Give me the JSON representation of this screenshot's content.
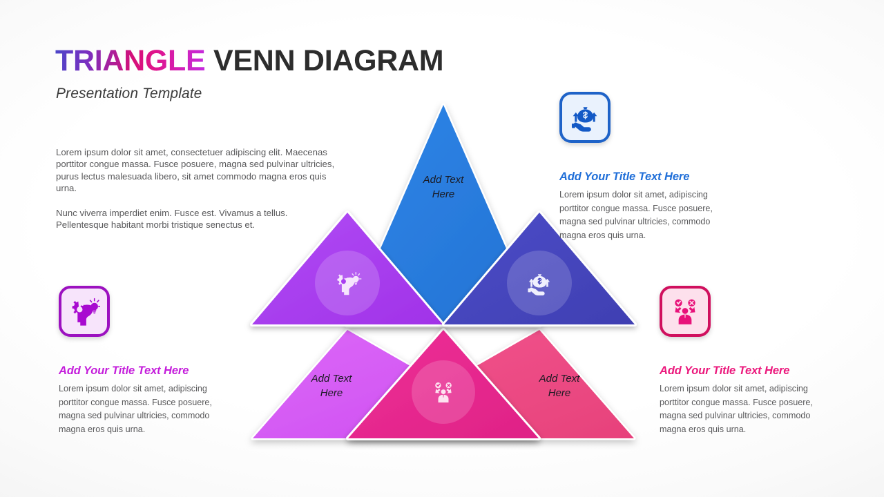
{
  "header": {
    "title_accent": "TRIANGLE",
    "title_rest": " VENN DIAGRAM",
    "subtitle": "Presentation Template"
  },
  "intro": {
    "paragraph1": "Lorem ipsum dolor sit amet, consectetuer adipiscing elit. Maecenas porttitor congue massa. Fusce posuere, magna sed pulvinar ultricies, purus lectus malesuada libero, sit amet commodo magna eros quis urna.",
    "paragraph2": "Nunc viverra imperdiet enim. Fusce est. Vivamus a tellus. Pellentesque habitant morbi tristique senectus et."
  },
  "info_blocks": [
    {
      "id": "top-right",
      "icon": "money-bag-growth-icon",
      "title": "Add Your Title Text Here",
      "body": "Lorem ipsum dolor sit amet, adipiscing porttitor congue massa. Fusce posuere, magna sed pulvinar ultricies, commodo magna eros quis urna.",
      "accent_color": "#1f6ed8",
      "border_color": "#1f63c8",
      "fill_color": "#eaf2fd"
    },
    {
      "id": "left",
      "icon": "head-gear-idea-icon",
      "title": "Add Your Title Text Here",
      "body": "Lorem ipsum dolor sit amet, adipiscing porttitor congue massa. Fusce posuere, magna sed pulvinar ultricies, commodo magna eros quis urna.",
      "accent_color": "#c41ddb",
      "border_color": "#9c11c0",
      "fill_color": "#f7e4fb"
    },
    {
      "id": "right",
      "icon": "decision-person-icon",
      "title": "Add Your Title Text Here",
      "body": "Lorem ipsum dolor sit amet, adipiscing porttitor congue massa. Fusce posuere, magna sed pulvinar ultricies, commodo magna eros quis urna.",
      "accent_color": "#eb187c",
      "border_color": "#d0105e",
      "fill_color": "#fde0ec"
    }
  ],
  "diagram": {
    "type": "triangle-venn",
    "segments": [
      {
        "id": "top-apex",
        "label": "Add Text\nHere",
        "color": "#2b7de0",
        "icon": null
      },
      {
        "id": "mid-left",
        "label": "",
        "color": "#a93ef0",
        "icon": "head-gear-idea-icon"
      },
      {
        "id": "mid-right",
        "label": "",
        "color": "#4646be",
        "icon": "money-bag-growth-icon"
      },
      {
        "id": "bottom-left",
        "label": "Add Text\nHere",
        "color": "#d45bf5",
        "icon": null
      },
      {
        "id": "bottom-center",
        "label": "",
        "color": "#e8288f",
        "icon": "decision-person-icon"
      },
      {
        "id": "bottom-right",
        "label": "Add Text\nHere",
        "color": "#ed4b85",
        "icon": null
      }
    ]
  }
}
